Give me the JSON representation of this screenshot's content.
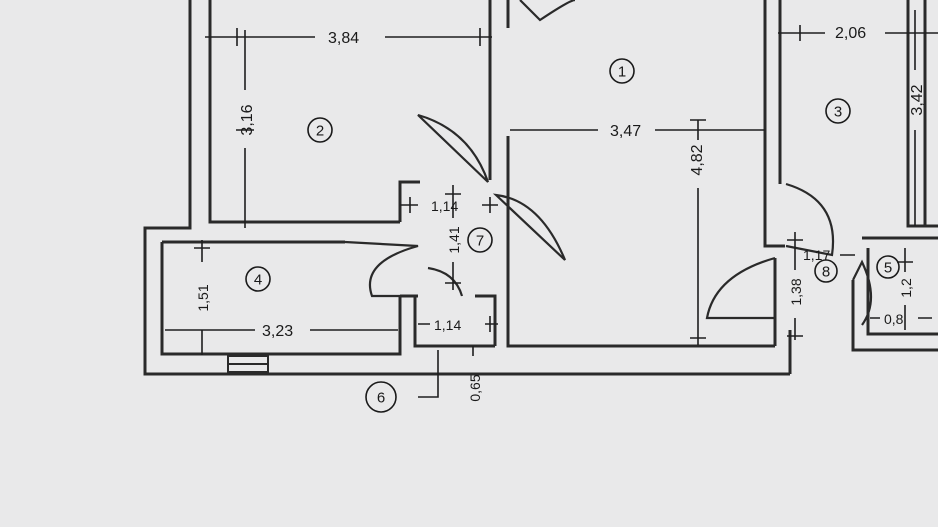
{
  "rooms": [
    {
      "number": "1"
    },
    {
      "number": "2"
    },
    {
      "number": "3"
    },
    {
      "number": "4"
    },
    {
      "number": "5"
    },
    {
      "number": "6"
    },
    {
      "number": "7"
    },
    {
      "number": "8"
    }
  ],
  "dimensions": {
    "d384": "3,84",
    "d316": "3,16",
    "d347": "3,47",
    "d482": "4,82",
    "d206": "2,06",
    "d342": "3,42",
    "d114a": "1,14",
    "d141": "1,41",
    "d151": "1,51",
    "d323": "3,23",
    "d114b": "1,14",
    "d065": "0,65",
    "d117": "1,17",
    "d138": "1,38",
    "d12": "1,2",
    "d08": "0,8"
  }
}
